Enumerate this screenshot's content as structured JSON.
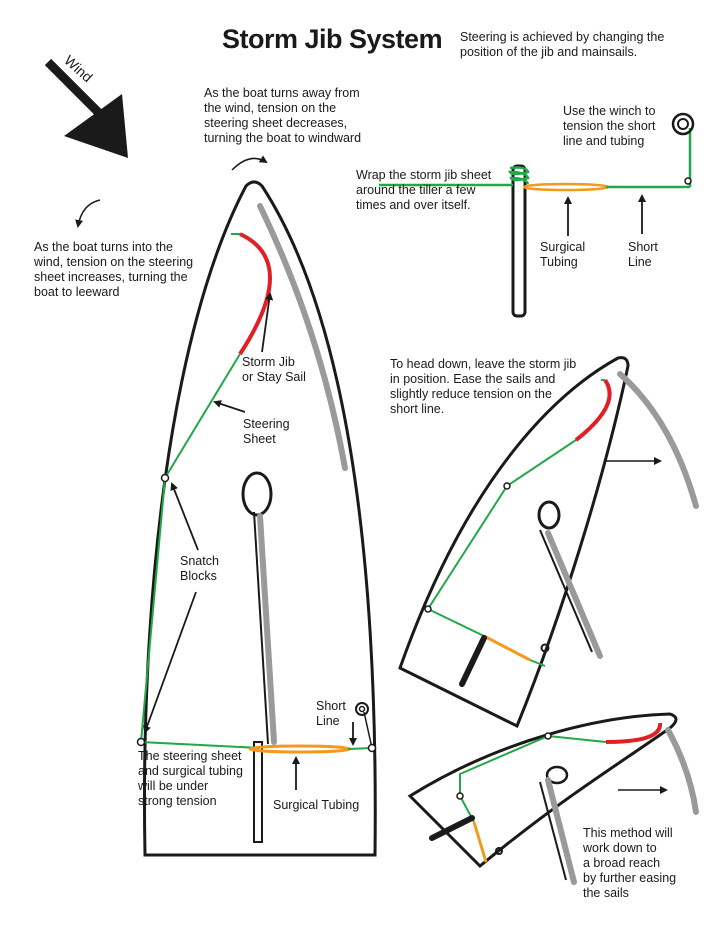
{
  "title": "Storm Jib System",
  "intro": "Steering is achieved by changing the\nposition of the jib and mainsails.",
  "wind_label": "Wind",
  "labels": {
    "away_from_wind": "As the boat turns away from\nthe wind, tension on the\nsteering sheet decreases,\nturning the boat to windward",
    "into_wind": "As the boat turns into the\nwind, tension on the steering\nsheet increases, turning the\nboat to leeward",
    "winch": "Use the  winch to\ntension the short\nline and tubing",
    "wrap": "Wrap the storm jib sheet\naround the tiller a few\ntimes and over itself.",
    "surgical_tubing_detail": "Surgical\nTubing",
    "short_line_detail": "Short\nLine",
    "storm_jib": "Storm Jib\nor Stay Sail",
    "steering_sheet": "Steering\nSheet",
    "snatch_blocks": "Snatch\nBlocks",
    "short_line_main": "Short\nLine",
    "tension_note": "The steering sheet\nand surgical tubing\nwill be under\nstrong tension",
    "surgical_tubing_main": "Surgical Tubing",
    "head_down": "To head down, leave the storm jib\nin position.  Ease the sails and\nslightly reduce tension on the\nshort line.",
    "broad_reach": "This method will\nwork down to\na broad reach\nby further easing\nthe sails"
  },
  "colors": {
    "hull": "#1a1a1a",
    "sheet": "#22a846",
    "jib": "#e21f26",
    "mainsail": "#9a9a9a",
    "tubing": "#f39a1e"
  }
}
